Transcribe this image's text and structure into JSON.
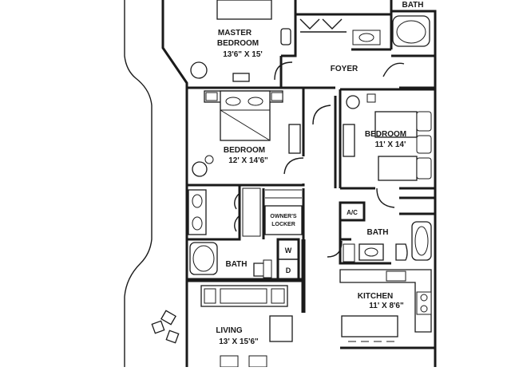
{
  "plan": {
    "rooms": {
      "master_bedroom": {
        "name": "MASTER",
        "name2": "BEDROOM",
        "size": "13'6\" X 15'"
      },
      "bedroom_left": {
        "name": "BEDROOM",
        "size": "12' X 14'6\""
      },
      "bedroom_right": {
        "name": "BEDROOM",
        "size": "11' X 14'"
      },
      "living": {
        "name": "LIVING",
        "size": "13' X 15'6\""
      },
      "kitchen": {
        "name": "KITCHEN",
        "size": "11' X 8'6\""
      }
    },
    "labels": {
      "foyer": "FOYER",
      "bath_top": "BATH",
      "bath_right": "BATH",
      "bath_left": "BATH",
      "owners_locker_1": "OWNER'S",
      "owners_locker_2": "LOCKER",
      "ac": "A/C",
      "washer": "W",
      "dryer": "D"
    }
  }
}
